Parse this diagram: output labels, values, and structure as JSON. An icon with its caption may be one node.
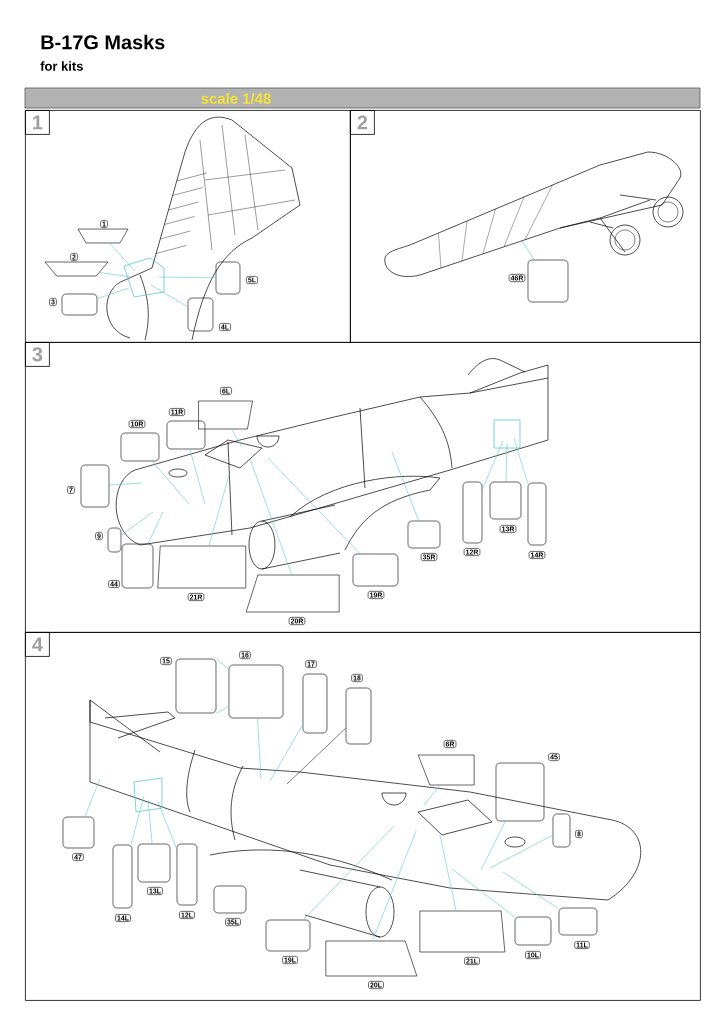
{
  "diagram": {
    "title": "B-17G Masks",
    "labels": [
      "for kits",
      "scale 1/48"
    ],
    "nodes": [
      {
        "text": [
          "1"
        ]
      },
      {
        "text": [],
        "shape": "box",
        "beside": [
          "1"
        ],
        "in": 0
      },
      {
        "text": [],
        "shape": "box",
        "beside": [
          "2"
        ],
        "in": 0
      },
      {
        "text": [],
        "shape": "box",
        "beside": [
          "3"
        ],
        "in": 0
      },
      {
        "text": [],
        "shape": "box",
        "beside": [
          "5L"
        ],
        "in": 0
      },
      {
        "text": [],
        "shape": "box",
        "beside": [
          "4L"
        ],
        "in": 0
      },
      {
        "text": [
          "2"
        ]
      },
      {
        "text": [],
        "shape": "box",
        "beside": [
          "46R"
        ],
        "in": 6
      },
      {
        "text": [
          "3"
        ]
      },
      {
        "text": [],
        "shape": "box",
        "beside": [
          "6L"
        ],
        "in": 8
      },
      {
        "text": [],
        "shape": "box",
        "beside": [
          "11R"
        ],
        "in": 8
      },
      {
        "text": [],
        "shape": "box",
        "beside": [
          "10R"
        ],
        "in": 8
      },
      {
        "text": [],
        "shape": "box",
        "beside": [
          "7"
        ],
        "in": 8
      },
      {
        "text": [],
        "shape": "box",
        "beside": [
          "9"
        ],
        "in": 8
      },
      {
        "text": [],
        "shape": "box",
        "beside": [
          "44"
        ],
        "in": 8
      },
      {
        "text": [],
        "shape": "box",
        "beside": [
          "21R"
        ],
        "in": 8
      },
      {
        "text": [],
        "shape": "box",
        "beside": [
          "20R"
        ],
        "in": 8
      },
      {
        "text": [],
        "shape": "box",
        "beside": [
          "19R"
        ],
        "in": 8
      },
      {
        "text": [],
        "shape": "box",
        "beside": [
          "35R"
        ],
        "in": 8
      },
      {
        "text": [],
        "shape": "box",
        "beside": [
          "12R"
        ],
        "in": 8
      },
      {
        "text": [],
        "shape": "box",
        "beside": [
          "13R"
        ],
        "in": 8
      },
      {
        "text": [],
        "shape": "box",
        "beside": [
          "14R"
        ],
        "in": 8
      },
      {
        "text": [
          "4"
        ]
      },
      {
        "text": [],
        "shape": "box",
        "beside": [
          "15"
        ],
        "in": 22
      },
      {
        "text": [],
        "shape": "box",
        "beside": [
          "16"
        ],
        "in": 22
      },
      {
        "text": [],
        "shape": "box",
        "beside": [
          "17"
        ],
        "in": 22
      },
      {
        "text": [],
        "shape": "box",
        "beside": [
          "18"
        ],
        "in": 22
      },
      {
        "text": [],
        "shape": "box",
        "beside": [
          "6R"
        ],
        "in": 22
      },
      {
        "text": [],
        "shape": "box",
        "beside": [
          "45"
        ],
        "in": 22
      },
      {
        "text": [],
        "shape": "box",
        "beside": [
          "8"
        ],
        "in": 22
      },
      {
        "text": [],
        "shape": "box",
        "beside": [
          "47"
        ],
        "in": 22
      },
      {
        "text": [],
        "shape": "box",
        "beside": [
          "14L"
        ],
        "in": 22
      },
      {
        "text": [],
        "shape": "box",
        "beside": [
          "13L"
        ],
        "in": 22
      },
      {
        "text": [],
        "shape": "box",
        "beside": [
          "12L"
        ],
        "in": 22
      },
      {
        "text": [],
        "shape": "box",
        "beside": [
          "35L"
        ],
        "in": 22
      },
      {
        "text": [],
        "shape": "box",
        "beside": [
          "19L"
        ],
        "in": 22
      },
      {
        "text": [],
        "shape": "box",
        "beside": [
          "20L"
        ],
        "in": 22
      },
      {
        "text": [],
        "shape": "box",
        "beside": [
          "21L"
        ],
        "in": 22
      },
      {
        "text": [],
        "shape": "box",
        "beside": [
          "10L"
        ],
        "in": 22
      },
      {
        "text": [],
        "shape": "box",
        "beside": [
          "11L"
        ],
        "in": 22
      }
    ],
    "edges": [
      {
        "from": 1,
        "to": null,
        "arrow": "none"
      },
      {
        "from": 2,
        "to": null,
        "arrow": "none"
      },
      {
        "from": 3,
        "to": null,
        "arrow": "none"
      },
      {
        "from": 4,
        "to": null,
        "arrow": "none"
      },
      {
        "from": 5,
        "to": null,
        "arrow": "none"
      },
      {
        "from": 7,
        "to": null,
        "arrow": "none"
      },
      {
        "from": 9,
        "to": null,
        "arrow": "none"
      },
      {
        "from": 10,
        "to": null,
        "arrow": "none"
      },
      {
        "from": 11,
        "to": null,
        "arrow": "none"
      },
      {
        "from": 12,
        "to": null,
        "arrow": "none"
      },
      {
        "from": 13,
        "to": null,
        "arrow": "none"
      },
      {
        "from": 14,
        "to": null,
        "arrow": "none"
      },
      {
        "from": 15,
        "to": null,
        "arrow": "none"
      },
      {
        "from": 16,
        "to": null,
        "arrow": "none"
      },
      {
        "from": 17,
        "to": null,
        "arrow": "none"
      },
      {
        "from": 18,
        "to": null,
        "arrow": "none"
      },
      {
        "from": 19,
        "to": null,
        "arrow": "none"
      },
      {
        "from": 20,
        "to": null,
        "arrow": "none"
      },
      {
        "from": 21,
        "to": null,
        "arrow": "none"
      },
      {
        "from": 23,
        "to": 24,
        "arrow": "none"
      },
      {
        "from": 23,
        "to": 24,
        "arrow": "none"
      },
      {
        "from": 24,
        "to": null,
        "arrow": "none"
      },
      {
        "from": 25,
        "to": null,
        "arrow": "none"
      },
      {
        "from": 26,
        "to": null,
        "arrow": "none",
        "color": "#222222"
      },
      {
        "from": 27,
        "to": null,
        "arrow": "none"
      },
      {
        "from": 28,
        "to": null,
        "arrow": "none"
      },
      {
        "from": 29,
        "to": null,
        "arrow": "none"
      },
      {
        "from": 30,
        "to": null,
        "arrow": "none"
      },
      {
        "from": 31,
        "to": null,
        "arrow": "none"
      },
      {
        "from": 32,
        "to": null,
        "arrow": "none"
      },
      {
        "from": 33,
        "to": null,
        "arrow": "none"
      },
      {
        "from": 35,
        "to": null,
        "arrow": "none"
      },
      {
        "from": 36,
        "to": null,
        "arrow": "none"
      },
      {
        "from": 37,
        "to": null,
        "arrow": "none"
      },
      {
        "from": 38,
        "to": null,
        "arrow": "none"
      },
      {
        "from": 39,
        "to": null,
        "arrow": "none"
      }
    ]
  }
}
